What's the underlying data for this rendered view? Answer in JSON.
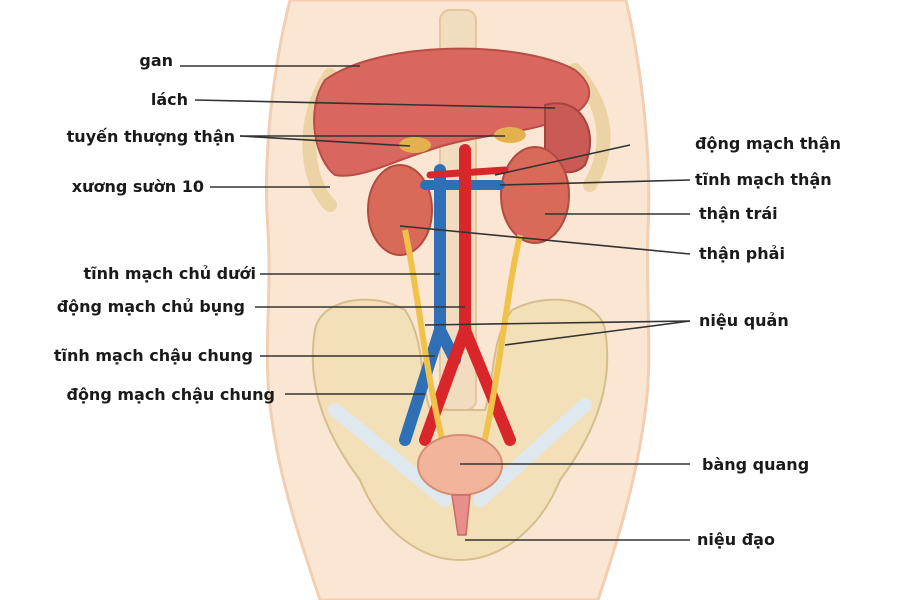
{
  "labels": {
    "gan": "gan",
    "lach": "lách",
    "tuyen_thuong_than": "tuyến thượng thận",
    "xuong_suon": "xương sườn 10",
    "tinh_mach_chu_duoi": "tĩnh mạch chủ dưới",
    "dong_mach_chu_bung": "động mạch chủ bụng",
    "tinh_mach_chau_chung": "tĩnh mạch chậu chung",
    "dong_mach_chau_chung": "động mạch chậu chung",
    "dong_mach_than": "động mạch thận",
    "tinh_mach_than": "tĩnh mạch thận",
    "than_trai": "thận trái",
    "than_phai": "thận phải",
    "nieu_quan": "niệu quản",
    "bang_quang": "bàng quang",
    "nieu_dao": "niệu đạo"
  },
  "colors": {
    "skin": "#fbe6d3",
    "bone": "#f3e0b8",
    "liver": "#d9675f",
    "kidney": "#d96a5a",
    "artery": "#d8262b",
    "vein": "#2f6fb5",
    "ureter": "#f0c24a",
    "bladder": "#f2b49a",
    "leader": "#333333"
  }
}
